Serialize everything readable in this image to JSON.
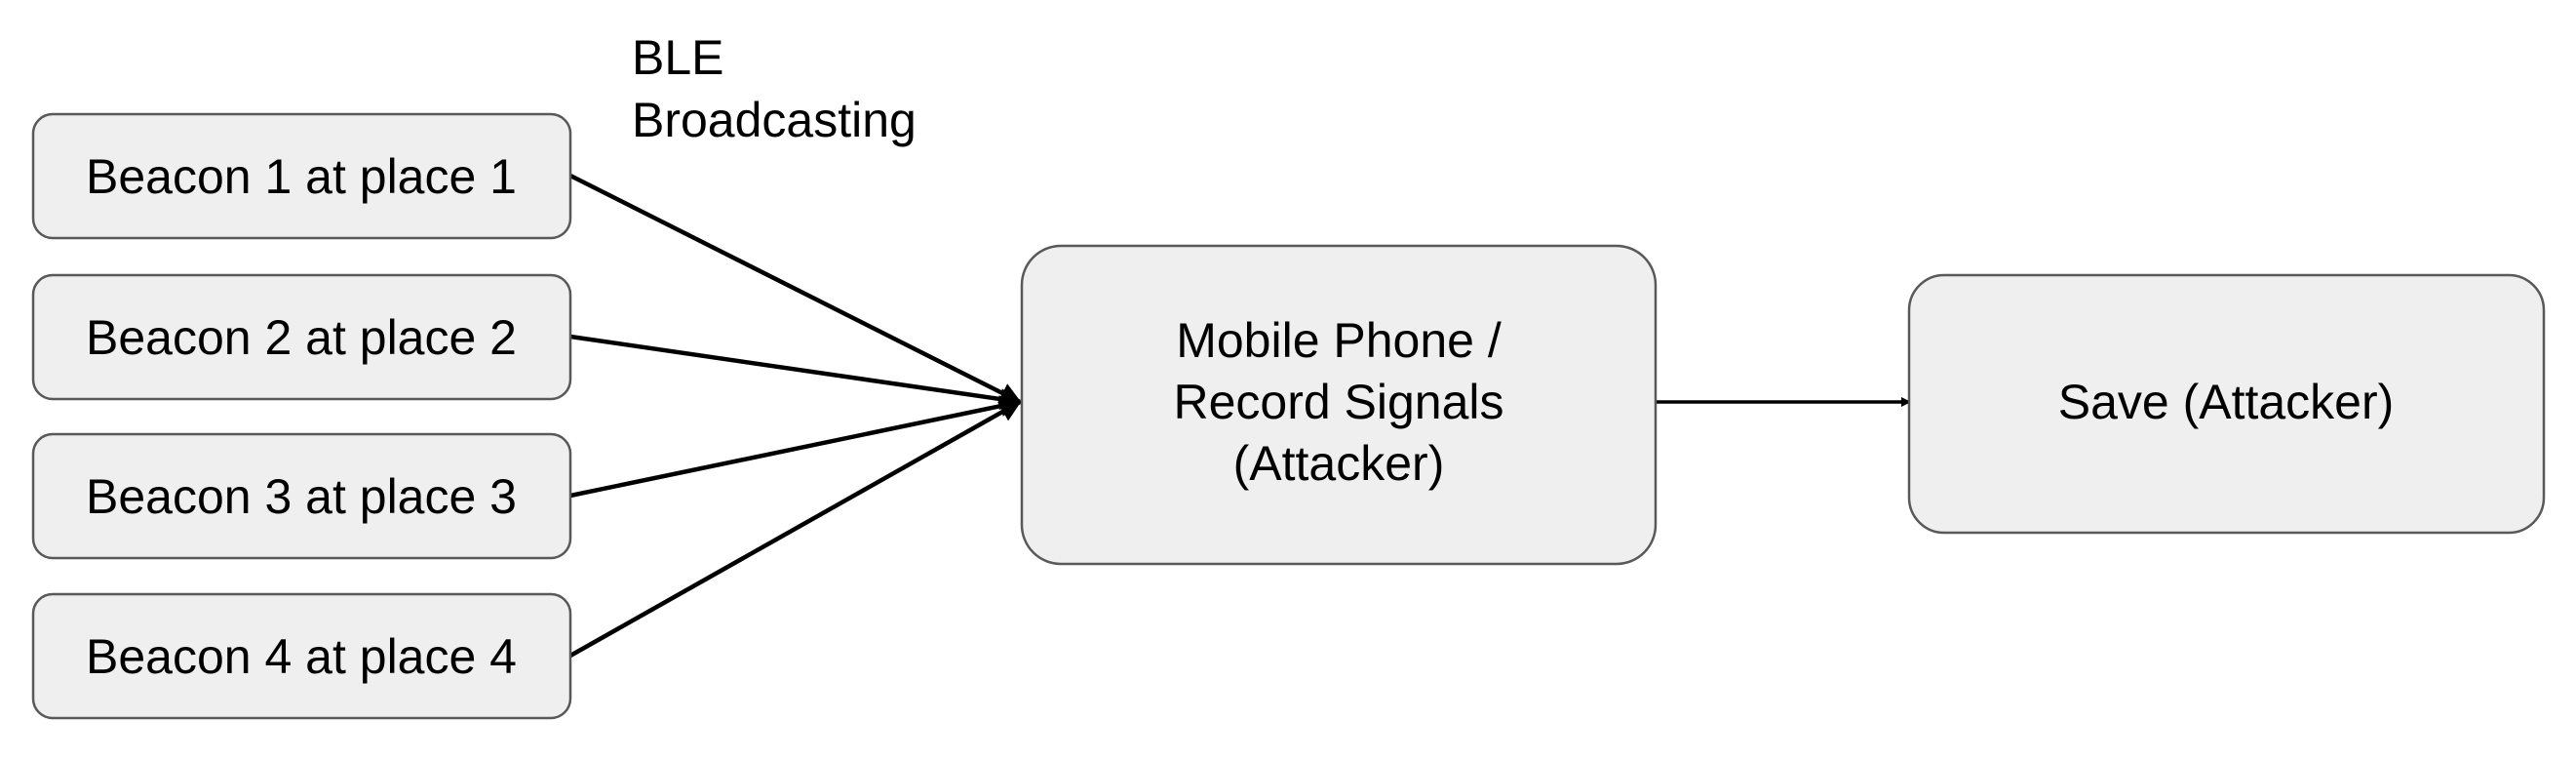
{
  "diagram": {
    "caption": [
      "BLE",
      "Broadcasting"
    ],
    "beacons": [
      {
        "label": "Beacon 1 at place 1"
      },
      {
        "label": "Beacon 2 at place 2"
      },
      {
        "label": "Beacon 3 at place 3"
      },
      {
        "label": "Beacon 4 at place 4"
      }
    ],
    "receiver": {
      "lines": [
        "Mobile Phone /",
        "Record Signals",
        "(Attacker)"
      ]
    },
    "storage": {
      "label": "Save (Attacker)"
    },
    "colors": {
      "node_fill": "#efefef",
      "node_stroke": "#595959",
      "edge": "#000000"
    }
  }
}
